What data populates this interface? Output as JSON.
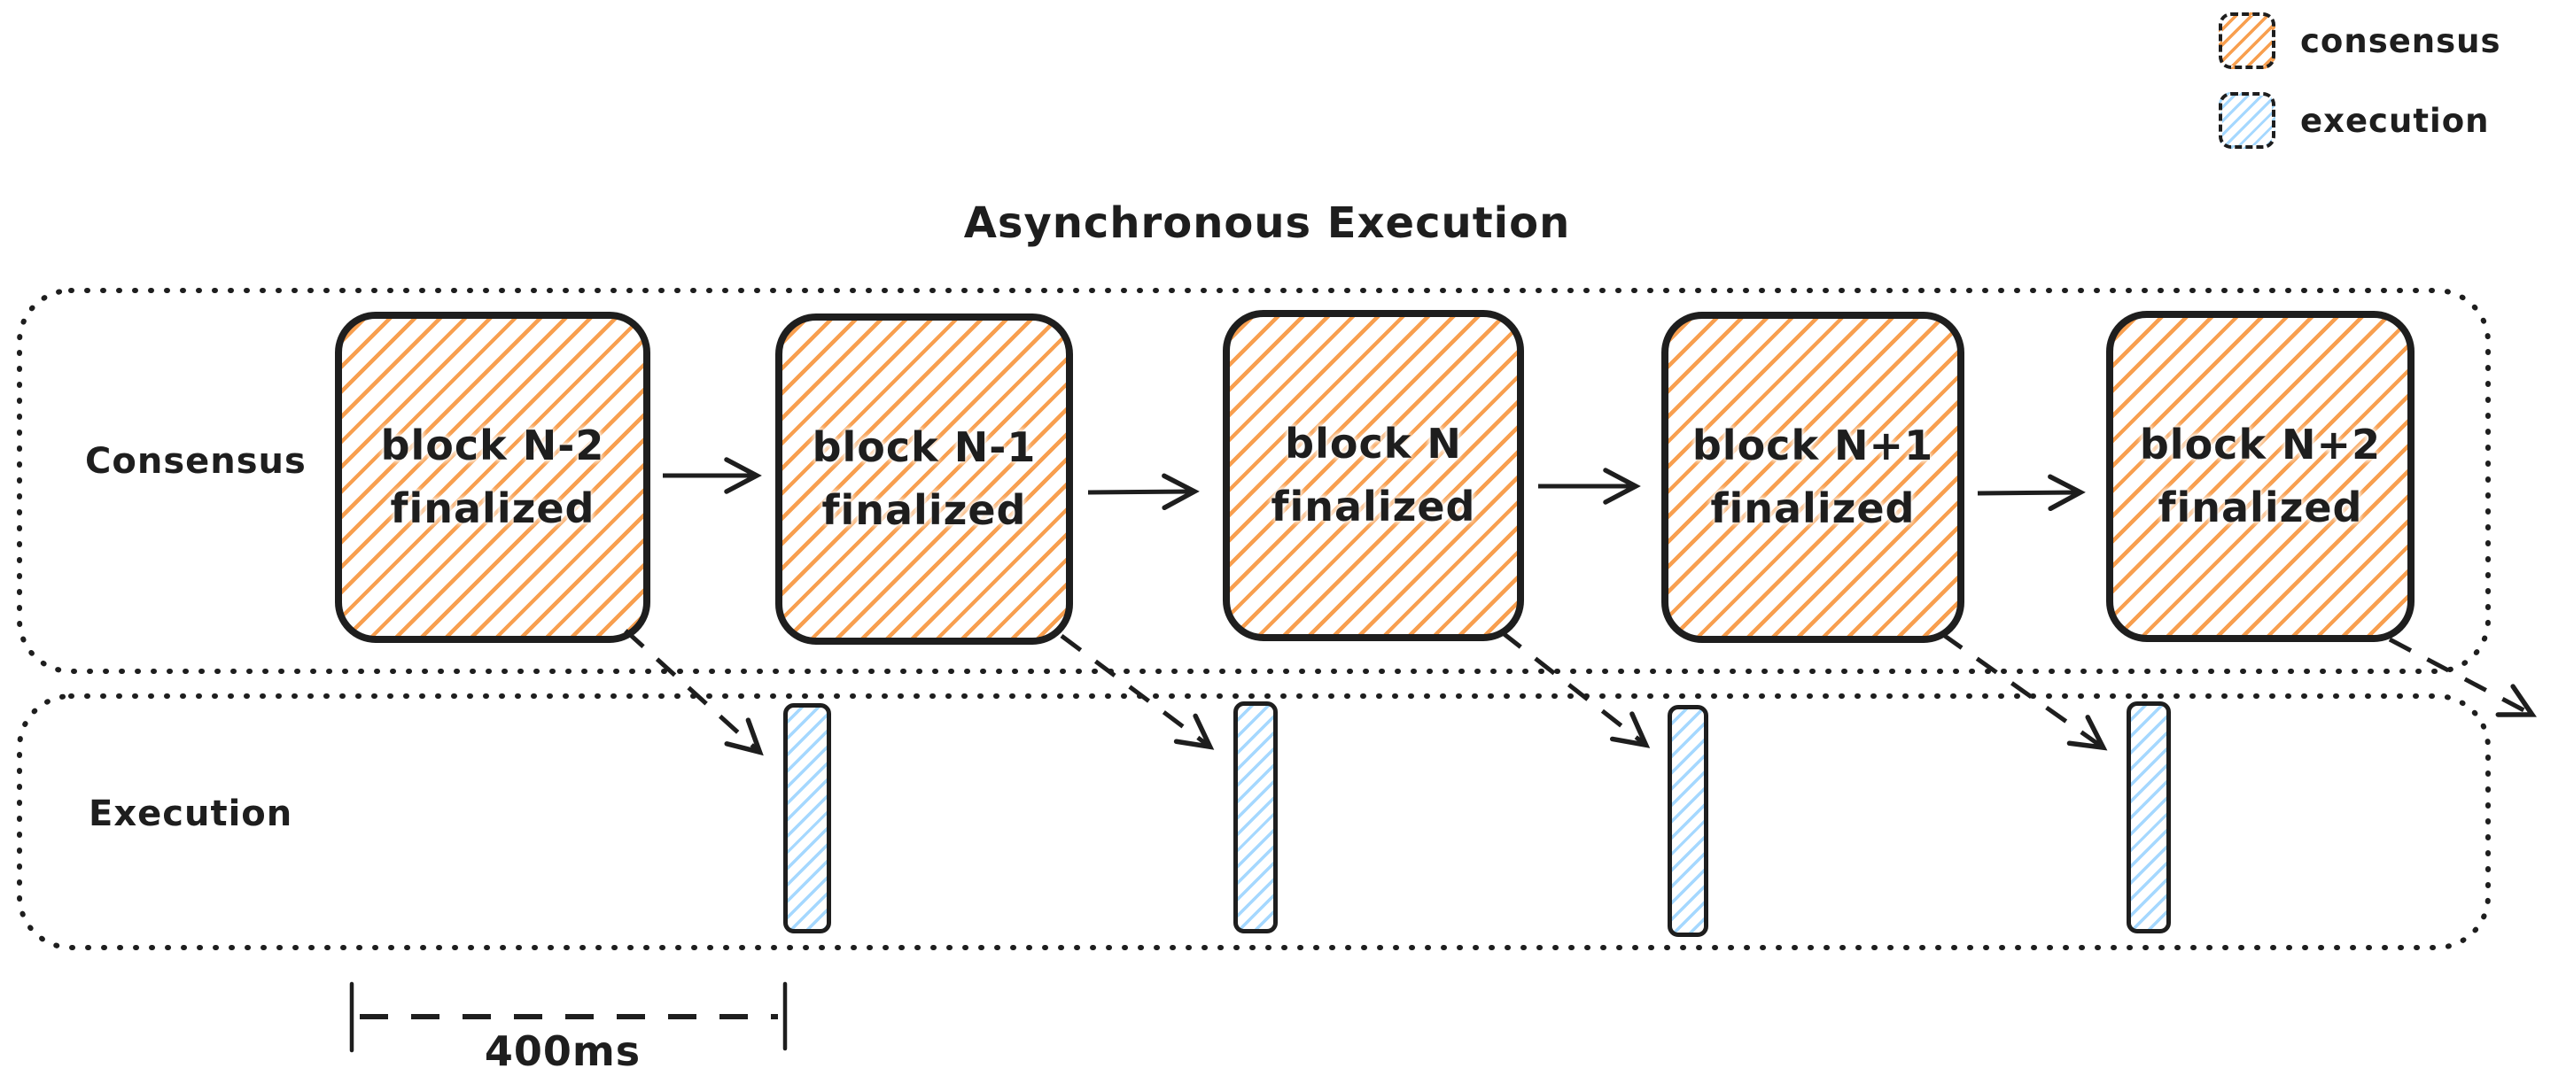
{
  "title": "Asynchronous Execution",
  "legend": {
    "items": [
      {
        "label": "consensus",
        "swatch_color": "#f89f4f"
      },
      {
        "label": "execution",
        "swatch_color": "#a5d8ff"
      }
    ]
  },
  "lanes": {
    "consensus": {
      "label": "Consensus",
      "blocks": [
        {
          "line1": "block N-2",
          "line2": "finalized"
        },
        {
          "line1": "block N-1",
          "line2": "finalized"
        },
        {
          "line1": "block N",
          "line2": "finalized"
        },
        {
          "line1": "block N+1",
          "line2": "finalized"
        },
        {
          "line1": "block N+2",
          "line2": "finalized"
        }
      ]
    },
    "execution": {
      "label": "Execution",
      "bar_count": 4
    }
  },
  "measurement": {
    "label": "400ms"
  },
  "colors": {
    "stroke": "#1e1e1e",
    "consensus_hatch": "#f89f4f",
    "execution_hatch": "#a5d8ff",
    "background": "#ffffff"
  }
}
